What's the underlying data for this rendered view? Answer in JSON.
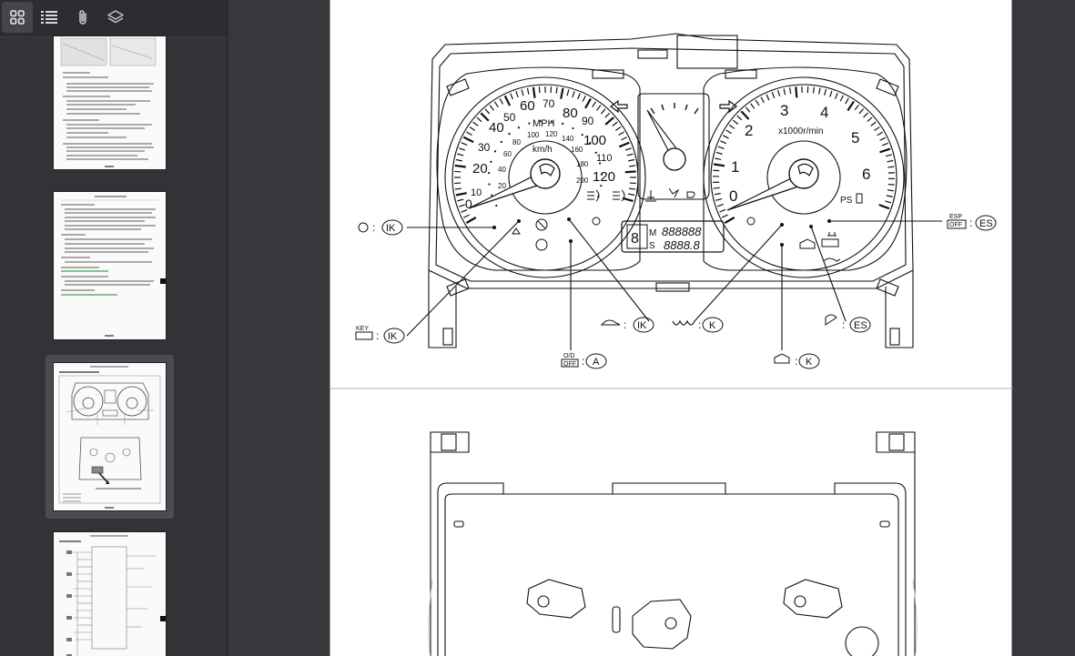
{
  "sidebar": {
    "toolbar": [
      {
        "icon": "thumbnails-icon",
        "active": true
      },
      {
        "icon": "outline-list-icon",
        "active": false
      },
      {
        "icon": "attachments-icon",
        "active": false
      },
      {
        "icon": "layers-icon",
        "active": false
      }
    ],
    "selected_page_index": 2
  },
  "diagram": {
    "speedometer": {
      "mph_ticks": [
        "10",
        "20",
        "30",
        "40",
        "50",
        "60",
        "70",
        "80",
        "90",
        "100",
        "110",
        "120"
      ],
      "mph_unit": "MPH",
      "kmh_ticks": [
        "20",
        "40",
        "60",
        "80",
        "100",
        "120",
        "140",
        "160",
        "180",
        "200"
      ],
      "kmh_unit": "km/h",
      "zero": "0"
    },
    "tachometer": {
      "ticks": [
        "0",
        "1",
        "2",
        "3",
        "4",
        "5",
        "6"
      ],
      "unit": "x1000r/min",
      "ps_label": "PS"
    },
    "odometer": {
      "top_prefix": "M",
      "top_digits": "888888",
      "bottom_prefix": "S",
      "bottom_digits": "8888.8"
    },
    "callouts": {
      "key_label": "KEY",
      "od_top": "O/D",
      "od_bottom": "OFF",
      "esp_top": "ESP",
      "esp_bottom": "OFF",
      "ik": "IK",
      "k": "K",
      "a": "A",
      "es": "ES",
      "colon": ":"
    }
  }
}
